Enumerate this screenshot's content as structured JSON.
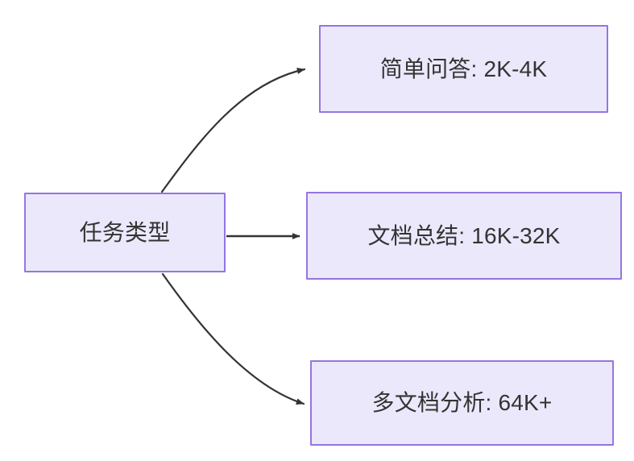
{
  "diagram": {
    "type": "flowchart",
    "direction": "left-to-right",
    "background_color": "#ffffff",
    "node_fill_color": "#ebe8fb",
    "node_border_color": "#9575e0",
    "node_text_color": "#333333",
    "edge_color": "#333333",
    "root": {
      "id": "task-type",
      "label": "任务类型"
    },
    "branches": [
      {
        "id": "simple-qa",
        "label": "简单问答: 2K-4K",
        "task": "简单问答",
        "token_range": "2K-4K",
        "edge_style": "curved"
      },
      {
        "id": "doc-summary",
        "label": "文档总结: 16K-32K",
        "task": "文档总结",
        "token_range": "16K-32K",
        "edge_style": "straight"
      },
      {
        "id": "multi-doc",
        "label": "多文档分析: 64K+",
        "task": "多文档分析",
        "token_range": "64K+",
        "edge_style": "curved"
      }
    ]
  }
}
